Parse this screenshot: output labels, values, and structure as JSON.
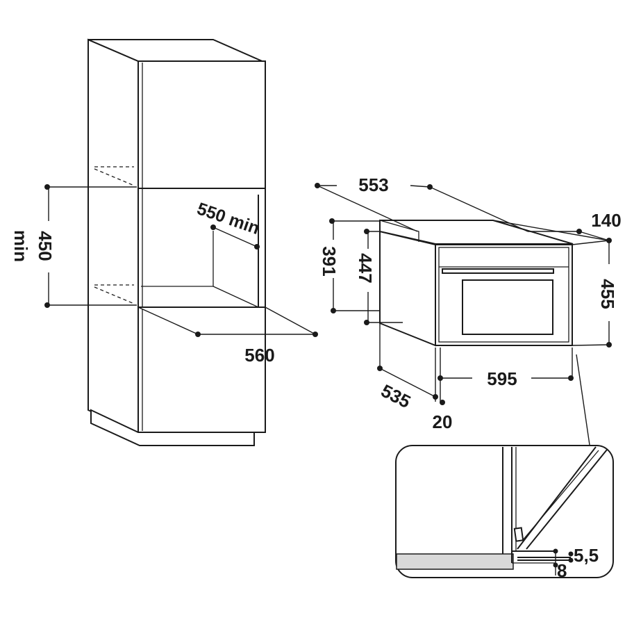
{
  "diagram": {
    "colors": {
      "line": "#1a1a1a",
      "background": "#ffffff",
      "floor_fill": "#d9d9d9"
    },
    "cabinet": {
      "dim_450": "450",
      "dim_450_note": "min",
      "dim_550": "550 min",
      "dim_560": "560"
    },
    "oven": {
      "dim_553": "553",
      "dim_140": "140",
      "dim_391": "391",
      "dim_447": "447",
      "dim_455": "455",
      "dim_595": "595",
      "dim_535": "535",
      "dim_20": "20"
    },
    "detail": {
      "dim_5_5": "5,5",
      "dim_8": "8"
    }
  }
}
